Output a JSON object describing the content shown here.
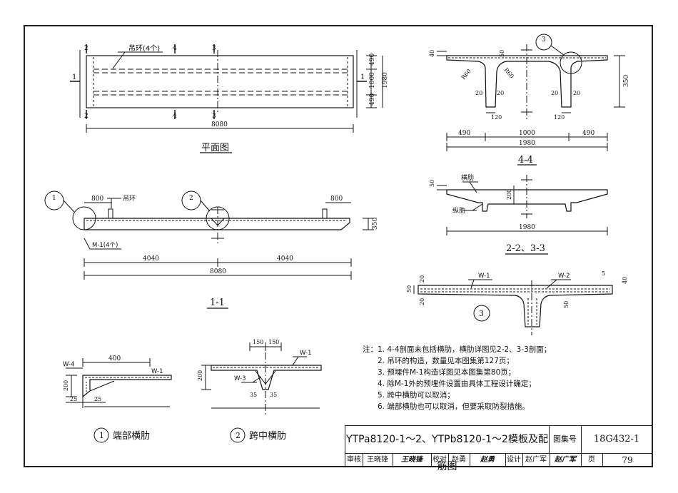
{
  "plan": {
    "title": "平面图",
    "hook_label": "吊环(4个)",
    "section_marks": [
      "1",
      "1",
      "2",
      "2",
      "4",
      "4",
      "3",
      "3"
    ],
    "dims_right": [
      "490",
      "1000",
      "490",
      "1980"
    ],
    "dim_length": "8080"
  },
  "section_4_4": {
    "title": "4-4",
    "circle_ref": "3",
    "dim_top": "40",
    "dim_web_top": "50",
    "radius_left": "R60",
    "radius_right": "R60",
    "dim_20a": "20",
    "dim_20b": "20",
    "dim_20c": "20",
    "dim_20d": "20",
    "dim_120a": "120",
    "dim_120b": "120",
    "dim_height": "350",
    "dims_bottom": [
      "490",
      "1000",
      "490"
    ],
    "dim_total": "1980"
  },
  "section_1_1": {
    "title": "1-1",
    "circle_1": "1",
    "circle_2": "2",
    "dim_800_left": "800",
    "dim_800_right": "800",
    "hook_label": "吊环",
    "embed_label": "M-1(4个)",
    "dim_height": "350",
    "dim_half_left": "4040",
    "dim_half_right": "4040",
    "dim_total": "8080"
  },
  "section_2_2": {
    "title": "2-2、3-3",
    "rib_label": "横肋",
    "long_rib_label": "纵肋",
    "dim_50": "50",
    "dim_200": "200",
    "dim_total": "1980"
  },
  "detail_3": {
    "circle": "3",
    "w1": "W-1",
    "w2": "W-2",
    "dim_5": "5",
    "dim_40": "40",
    "dim_20a": "20",
    "dim_50a": "50",
    "dim_20b": "20",
    "dim_50b": "50"
  },
  "detail_end_rib": {
    "circle": "1",
    "caption": "端部横肋",
    "w4": "W-4",
    "w1": "W-1",
    "dim_400": "400",
    "dim_200": "200",
    "dim_25a": "25",
    "dim_25b": "25"
  },
  "detail_mid_rib": {
    "circle": "2",
    "caption": "跨中横肋",
    "w1": "W-1",
    "w3": "W-3",
    "dim_150a": "150",
    "dim_150b": "150",
    "dim_200": "200",
    "dim_35a": "35",
    "dim_35b": "35"
  },
  "notes": {
    "lead": "注：",
    "items": [
      "1. 4-4剖面未包括横肋，横肋详图见2-2、3-3剖面；",
      "2. 吊环的构造，数量见本图集第127页；",
      "3. 预埋件M-1构造详图见本图集第80页；",
      "4. 除M-1外的预埋件设置由具体工程设计确定；",
      "5. 跨中横肋可以取消；",
      "6. 端部横肋也可以取消，但要采取防裂措施。"
    ]
  },
  "title_block": {
    "title": "YTPa8120-1～2、YTPb8120-1～2模板及配筋图",
    "atlas_label": "图集号",
    "atlas_no": "18G432-1",
    "review_label": "审核",
    "reviewer": "王晓锋",
    "reviewer_sig": "王晓锋",
    "check_label": "校对",
    "checker": "赵勇",
    "checker_sig": "赵勇",
    "design_label": "设计",
    "designer": "赵广军",
    "designer_sig": "赵广军",
    "page_label": "页",
    "page_no": "79"
  }
}
